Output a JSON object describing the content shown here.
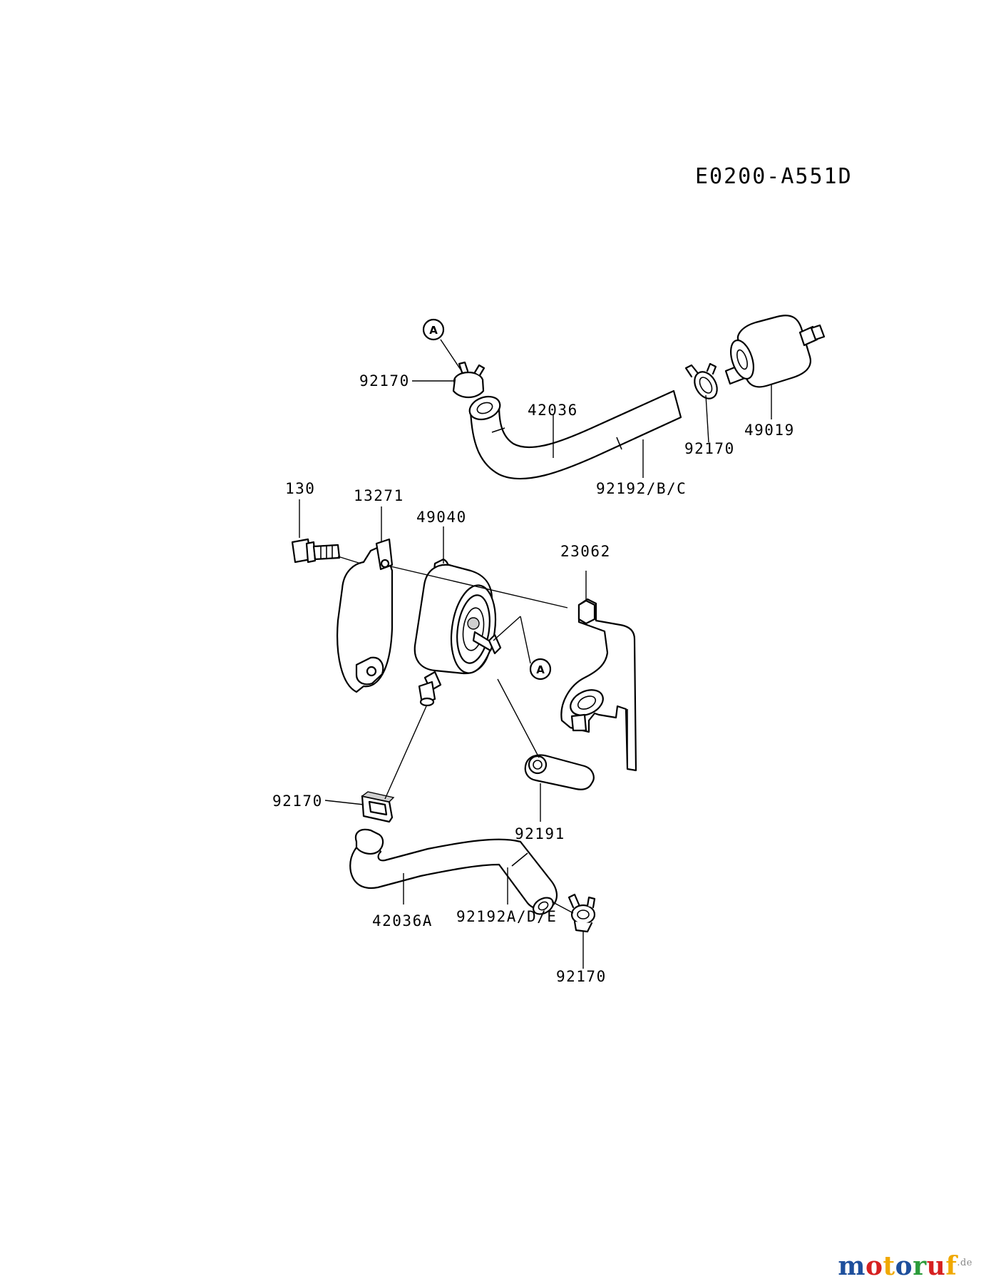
{
  "diagram_code": "E0200-A551D",
  "callout_letter": "A",
  "labels": {
    "clamp_top_left": "92170",
    "hose_upper": "42036",
    "clamp_top_right": "92170",
    "fuel_filter": "49019",
    "hose_upper_variants": "92192/B/C",
    "bolt": "130",
    "gasket": "13271",
    "fuel_pump": "49040",
    "bracket": "23062",
    "clamp_mid_left": "92170",
    "cap": "92191",
    "hose_lower": "42036A",
    "hose_lower_variants": "92192A/D/E",
    "clamp_bottom": "92170"
  },
  "watermark": {
    "letters": [
      {
        "ch": "m",
        "color": "#1e4f9c"
      },
      {
        "ch": "o",
        "color": "#d62020"
      },
      {
        "ch": "t",
        "color": "#f0a800"
      },
      {
        "ch": "o",
        "color": "#1e4f9c"
      },
      {
        "ch": "r",
        "color": "#2a9b3a"
      },
      {
        "ch": "u",
        "color": "#d62020"
      },
      {
        "ch": "f",
        "color": "#f0a800"
      }
    ],
    "suffix": ".de"
  }
}
